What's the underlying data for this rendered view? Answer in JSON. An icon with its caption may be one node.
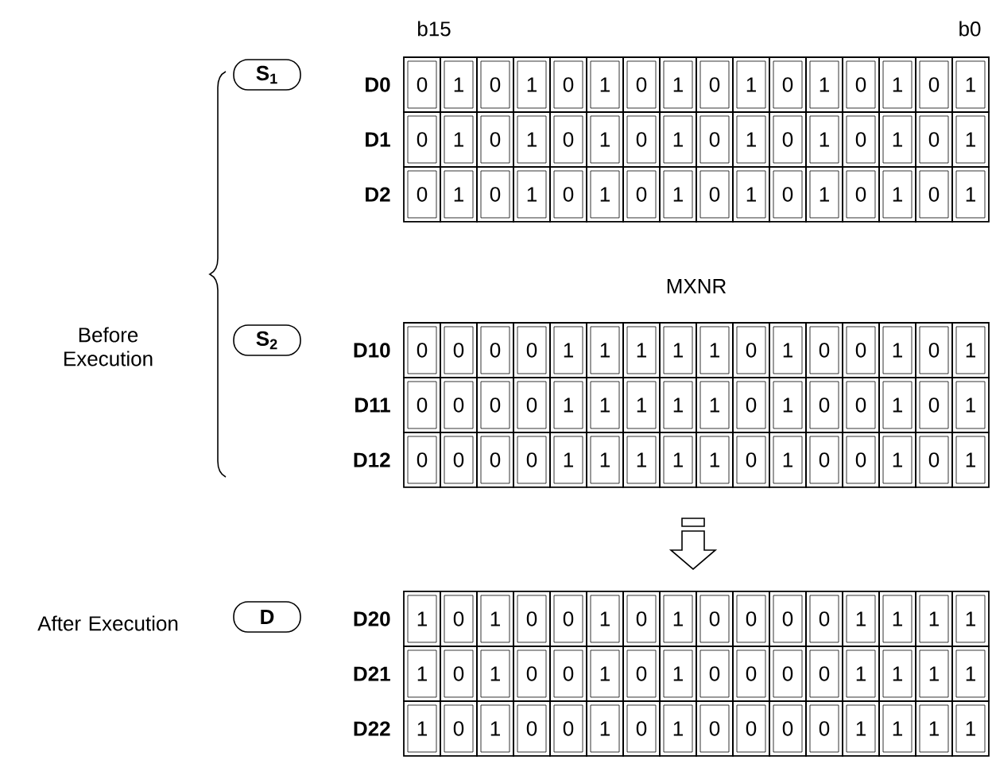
{
  "diagram": {
    "nodes": [
      {
        "text": [
          "S$_{1}$"
        ]
      },
      {
        "text": [
          "S$_{2}$"
        ]
      },
      {
        "text": [
          "D"
        ]
      }
    ],
    "labels": [
      "b15",
      "b0",
      "Before Execution",
      "MXNR",
      "After Execution",
      "D0",
      "0",
      "1",
      "0",
      "1",
      "0",
      "1",
      "0",
      "1",
      "0",
      "1",
      "0",
      "1",
      "0",
      "1",
      "0",
      "1",
      "D1",
      "0",
      "1",
      "0",
      "1",
      "0",
      "1",
      "0",
      "1",
      "0",
      "1",
      "0",
      "1",
      "0",
      "1",
      "0",
      "1",
      "D2",
      "0",
      "1",
      "0",
      "1",
      "0",
      "1",
      "0",
      "1",
      "0",
      "1",
      "0",
      "1",
      "0",
      "1",
      "0",
      "1",
      "D10",
      "0",
      "0",
      "0",
      "0",
      "1",
      "1",
      "1",
      "1",
      "1",
      "0",
      "1",
      "0",
      "0",
      "1",
      "0",
      "1",
      "D11",
      "0",
      "0",
      "0",
      "0",
      "1",
      "1",
      "1",
      "1",
      "1",
      "0",
      "1",
      "0",
      "0",
      "1",
      "0",
      "1",
      "D12",
      "0",
      "0",
      "0",
      "0",
      "1",
      "1",
      "1",
      "1",
      "1",
      "0",
      "1",
      "0",
      "0",
      "1",
      "0",
      "1",
      "D20",
      "1",
      "0",
      "1",
      "0",
      "0",
      "1",
      "0",
      "1",
      "0",
      "0",
      "0",
      "0",
      "1",
      "1",
      "1",
      "1",
      "D21",
      "1",
      "0",
      "1",
      "0",
      "0",
      "1",
      "0",
      "1",
      "0",
      "0",
      "0",
      "0",
      "1",
      "1",
      "1",
      "1",
      "D22",
      "1",
      "0",
      "1",
      "0",
      "0",
      "1",
      "0",
      "1",
      "0",
      "0",
      "0",
      "0",
      "1",
      "1",
      "1",
      "1"
    ]
  }
}
